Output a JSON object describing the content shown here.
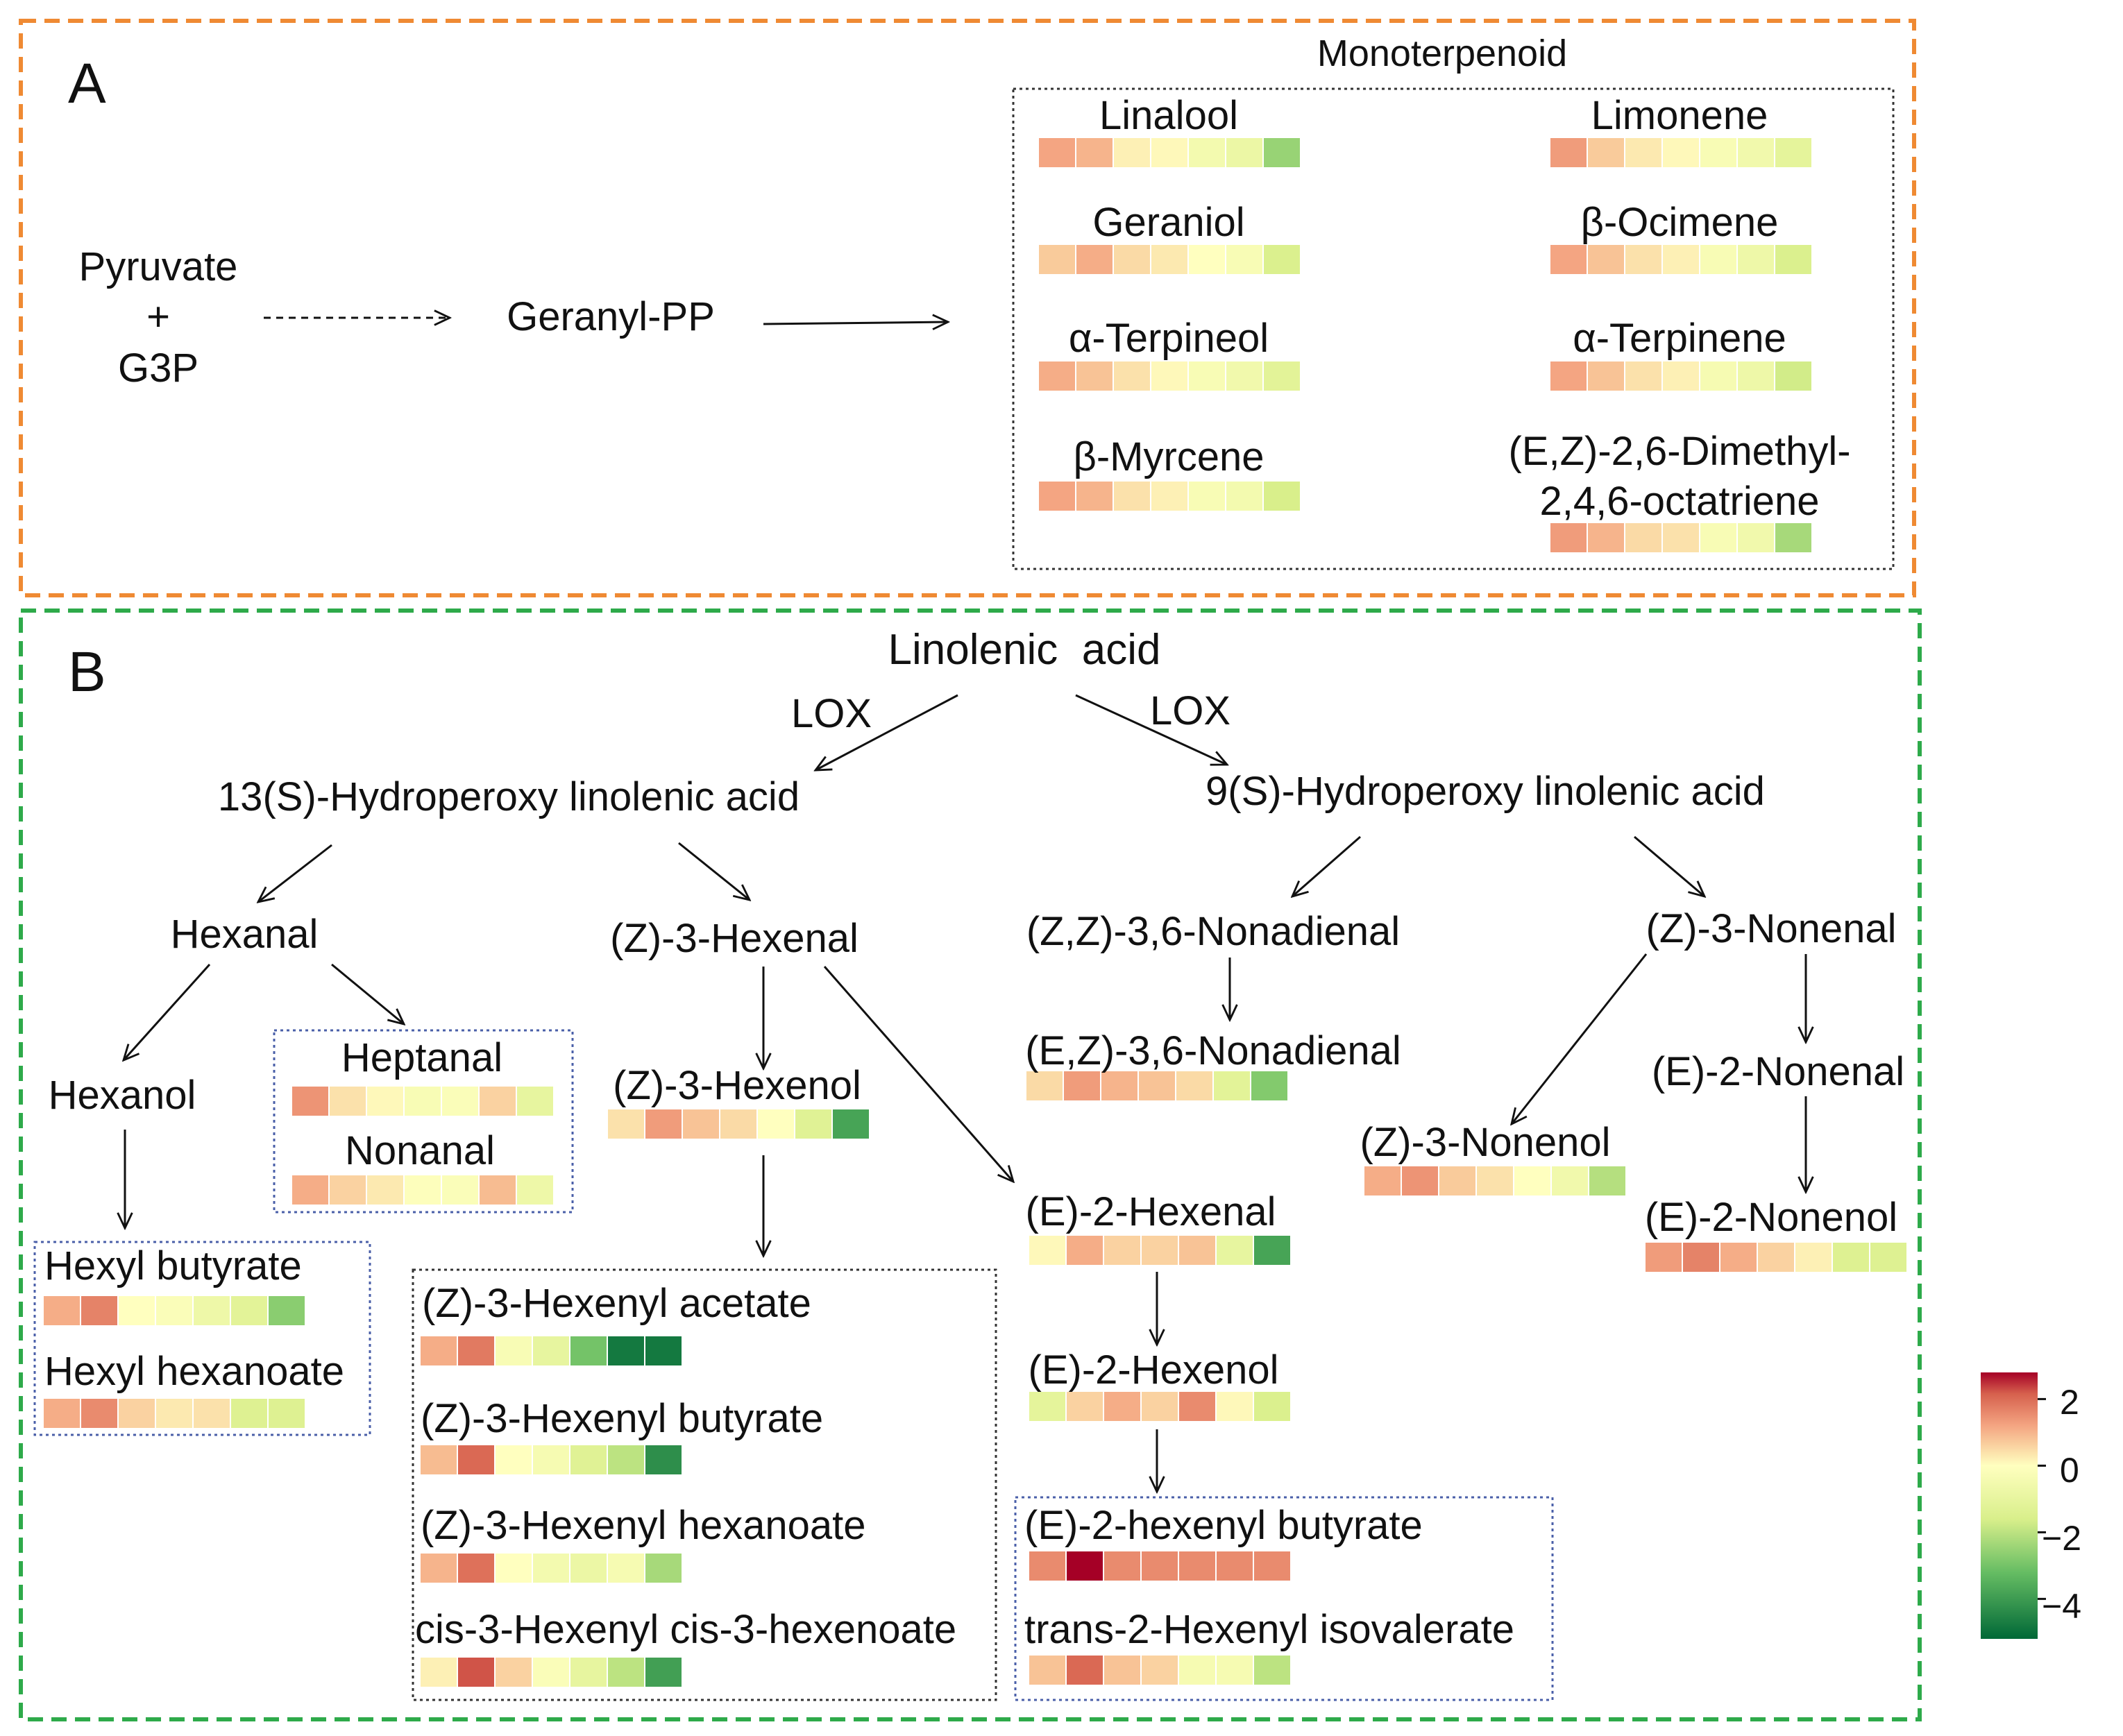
{
  "colors": {
    "panel_a_border": "#ef8a33",
    "panel_b_border": "#2eaa4a",
    "group_box_black": "#333333",
    "group_box_blue": "#4a5fa8",
    "scale_high": "#a50026",
    "scale_mid": "#ffffbf",
    "scale_low": "#006837"
  },
  "panel_a": {
    "label": "A",
    "substrate_line1": "Pyruvate",
    "plus": "+",
    "substrate_line2": "G3P",
    "intermediate": "Geranyl-PP",
    "group_title": "Monoterpenoid",
    "compounds": [
      {
        "name": "Linalool",
        "values": [
          1.2,
          1.0,
          0.2,
          0.1,
          -0.5,
          -0.8,
          -2.5
        ]
      },
      {
        "name": "Limonene",
        "values": [
          1.3,
          0.7,
          0.3,
          0.1,
          -0.3,
          -0.6,
          -1.1
        ]
      },
      {
        "name": "Geraniol",
        "values": [
          0.7,
          1.1,
          0.5,
          0.3,
          0.0,
          -0.3,
          -1.5
        ]
      },
      {
        "name": "β-Ocimene",
        "values": [
          1.2,
          0.8,
          0.4,
          0.2,
          -0.3,
          -0.7,
          -1.5
        ]
      },
      {
        "name": "α-Terpineol",
        "values": [
          1.1,
          0.8,
          0.4,
          0.1,
          -0.3,
          -0.6,
          -1.2
        ]
      },
      {
        "name": "α-Terpinene",
        "values": [
          1.2,
          0.8,
          0.4,
          0.2,
          -0.4,
          -0.7,
          -1.7
        ]
      },
      {
        "name": "β-Myrcene",
        "values": [
          1.2,
          1.0,
          0.4,
          0.2,
          -0.3,
          -0.5,
          -1.6
        ]
      },
      {
        "name_line1": "(E,Z)-2,6-Dimethyl-",
        "name_line2": "2,4,6-octatriene",
        "values": [
          1.3,
          1.0,
          0.5,
          0.4,
          -0.3,
          -0.6,
          -2.3
        ]
      }
    ]
  },
  "panel_b": {
    "label": "B",
    "precursor": "Linolenic  acid",
    "enzyme_left": "LOX",
    "enzyme_right": "LOX",
    "hydroperoxide_13": "13(S)-Hydroperoxy linolenic acid",
    "hydroperoxide_9": "9(S)-Hydroperoxy linolenic acid",
    "hexanal": "Hexanal",
    "hexanol": "Hexanol",
    "z3_hexenal": "(Z)-3-Hexenal",
    "zz_nonadienal": "(Z,Z)-3,6-Nonadienal",
    "z3_nonenal": "(Z)-3-Nonenal",
    "e2_nonenal": "(E)-2-Nonenal",
    "compounds": {
      "heptanal": {
        "name": "Heptanal",
        "values": [
          1.4,
          0.4,
          0.1,
          -0.3,
          -0.2,
          0.6,
          -1.0
        ]
      },
      "nonanal": {
        "name": "Nonanal",
        "values": [
          1.1,
          0.6,
          0.3,
          -0.1,
          -0.2,
          0.9,
          -0.7
        ]
      },
      "z3_hexenol": {
        "name": "(Z)-3-Hexenol",
        "values": [
          0.4,
          1.3,
          0.8,
          0.5,
          0.0,
          -1.3,
          -3.8
        ]
      },
      "ez_nonadienal": {
        "name": "(E,Z)-3,6-Nonadienal",
        "values": [
          0.5,
          1.3,
          1.0,
          0.8,
          0.5,
          -1.2,
          -2.8
        ]
      },
      "z3_nonenol": {
        "name": "(Z)-3-Nonenol",
        "values": [
          1.1,
          1.4,
          0.7,
          0.4,
          0.0,
          -0.6,
          -2.1
        ]
      },
      "e2_hexenal": {
        "name": "(E)-2-Hexenal",
        "values": [
          0.1,
          1.1,
          0.6,
          0.6,
          0.8,
          -1.0,
          -3.8
        ]
      },
      "e2_nonenol": {
        "name": "(E)-2-Nonenol",
        "values": [
          1.3,
          1.6,
          1.1,
          0.6,
          0.2,
          -1.4,
          -1.4
        ]
      },
      "hexyl_butyrate": {
        "name": "Hexyl butyrate",
        "values": [
          1.1,
          1.6,
          0.0,
          -0.2,
          -0.7,
          -1.2,
          -2.7
        ]
      },
      "hexyl_hexanoate": {
        "name": "Hexyl hexanoate",
        "values": [
          1.1,
          1.5,
          0.6,
          0.3,
          0.4,
          -1.4,
          -1.4
        ]
      },
      "e2_hexenol": {
        "name": "(E)-2-Hexenol",
        "values": [
          -1.1,
          0.6,
          1.1,
          0.6,
          1.5,
          0.1,
          -1.5
        ]
      },
      "z3_hexenyl_acetate": {
        "name": "(Z)-3-Hexenyl acetate",
        "values": [
          1.1,
          1.7,
          -0.3,
          -1.0,
          -3.0,
          -4.8,
          -4.8
        ]
      },
      "z3_hexenyl_butyrate": {
        "name": "(Z)-3-Hexenyl butyrate",
        "values": [
          0.9,
          1.9,
          0.0,
          -0.4,
          -1.3,
          -2.0,
          -4.3
        ]
      },
      "z3_hexenyl_hexanoate": {
        "name": "(Z)-3-Hexenyl hexanoate",
        "values": [
          1.0,
          1.8,
          0.0,
          -0.5,
          -0.8,
          -0.4,
          -2.3
        ]
      },
      "cis3_hexenyl_hexenoate": {
        "name": "cis-3-Hexenyl cis-3-hexenoate",
        "values": [
          0.2,
          2.1,
          0.6,
          -0.2,
          -1.0,
          -2.0,
          -3.9
        ]
      },
      "e2_hexenyl_butyrate": {
        "name": "(E)-2-hexenyl butyrate",
        "values": [
          1.5,
          2.8,
          1.5,
          1.5,
          1.5,
          1.5,
          1.5
        ]
      },
      "t2_hexenyl_isovalerate": {
        "name": "trans-2-Hexenyl isovalerate",
        "values": [
          0.8,
          1.9,
          0.8,
          0.6,
          -0.4,
          -0.4,
          -2.0
        ]
      }
    }
  },
  "colorbar": {
    "ticks": [
      "2",
      "0",
      "−2",
      "−4"
    ],
    "tick_values": [
      2,
      0,
      -2,
      -4
    ],
    "range": [
      -5.2,
      2.8
    ]
  }
}
